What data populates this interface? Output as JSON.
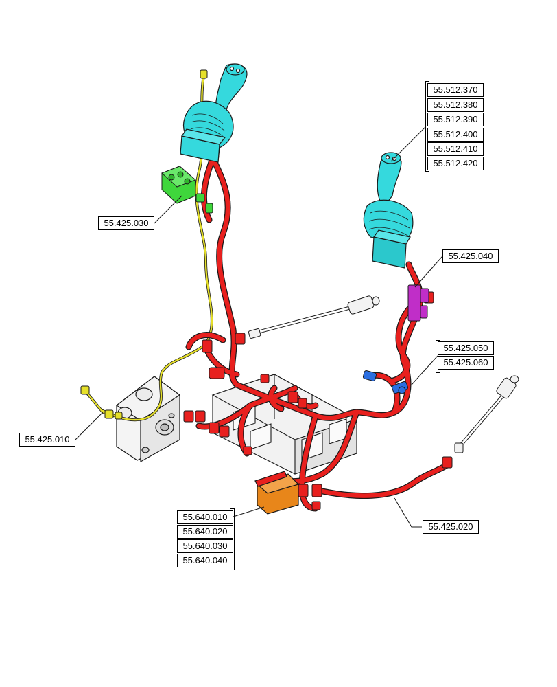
{
  "callouts": {
    "joystick_right_group": [
      "55.512.370",
      "55.512.380",
      "55.512.390",
      "55.512.400",
      "55.512.410",
      "55.512.420"
    ],
    "harness_left_joystick": "55.425.030",
    "harness_right_joystick": "55.425.040",
    "connectors_blue": [
      "55.425.050",
      "55.425.060"
    ],
    "harness_valve": "55.425.010",
    "harness_main": "55.425.020",
    "controller_group": [
      "55.640.010",
      "55.640.020",
      "55.640.030",
      "55.640.040"
    ]
  },
  "colors": {
    "harness_red": "#e8201e",
    "wire_yellow": "#e6e02a",
    "joystick_cyan": "#35d9dd",
    "connector_green": "#3fd63c",
    "connector_purple": "#c02ec8",
    "connector_blue": "#2a6ee0",
    "controller_orange": "#e8861a",
    "valve_white": "#f4f4f4",
    "outline": "#1a1a1a"
  }
}
